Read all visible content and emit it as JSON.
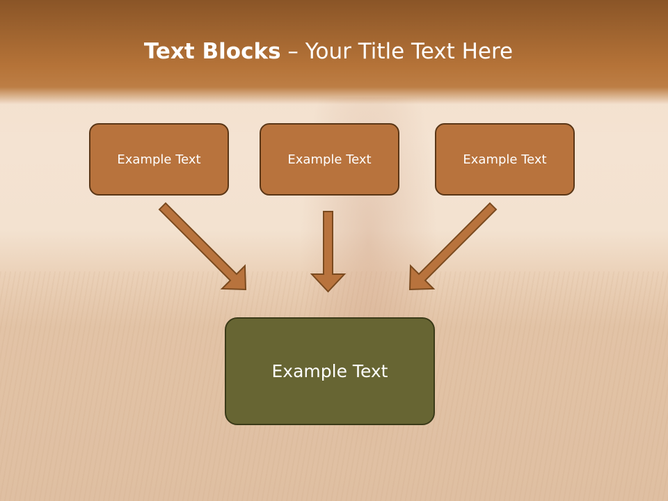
{
  "slide": {
    "title_bold": "Text Blocks",
    "title_rest": " – Your Title Text Here"
  },
  "blocks": [
    {
      "label": "Example Text"
    },
    {
      "label": "Example Text"
    },
    {
      "label": "Example Text"
    }
  ],
  "main_block": {
    "label": "Example Text"
  },
  "colors": {
    "header": "#b57338",
    "box_fill": "#b8733d",
    "box_border": "#5a3616",
    "main_fill": "#676533",
    "arrow_fill": "#b8733d"
  }
}
